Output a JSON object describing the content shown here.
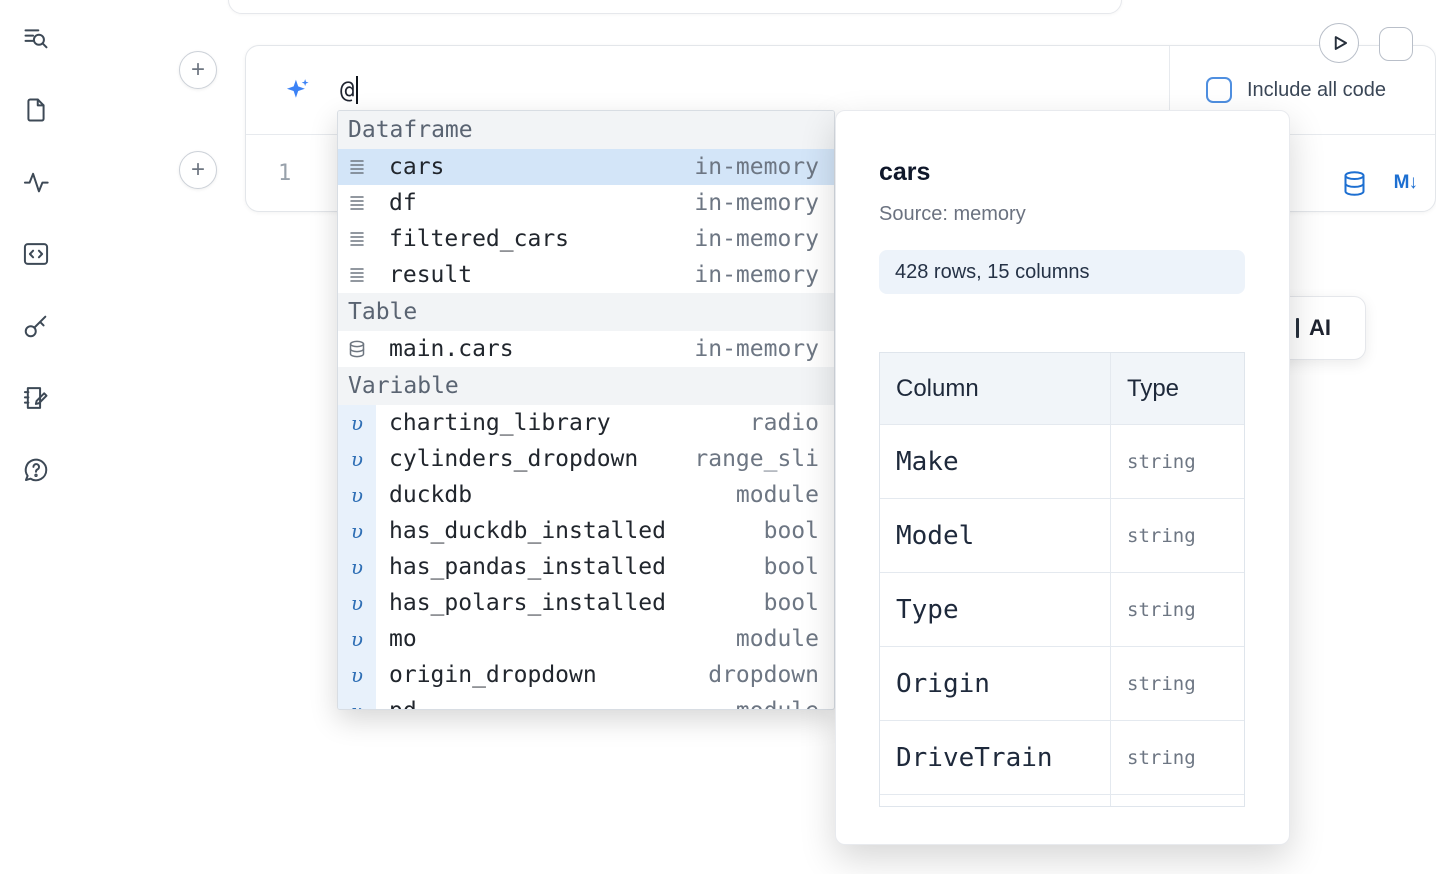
{
  "sidebar": {
    "items": [
      {
        "icon": "toc-search-icon"
      },
      {
        "icon": "document-icon"
      },
      {
        "icon": "activity-icon"
      },
      {
        "icon": "code-block-icon"
      },
      {
        "icon": "key-icon"
      },
      {
        "icon": "scratchpad-icon"
      },
      {
        "icon": "help-icon"
      }
    ]
  },
  "cell_adders": {
    "glyph": "+"
  },
  "ai_prompt": {
    "value": "@"
  },
  "top_actions": {
    "include_all_code_label": "Include all code"
  },
  "cell": {
    "line_number": "1",
    "markdown_icon_glyph": "M↓"
  },
  "autocomplete": {
    "variable_glyph": "υ",
    "sections": [
      {
        "label": "Dataframe",
        "items": [
          {
            "name": "cars",
            "detail": "in-memory",
            "selected": true
          },
          {
            "name": "df",
            "detail": "in-memory"
          },
          {
            "name": "filtered_cars",
            "detail": "in-memory"
          },
          {
            "name": "result",
            "detail": "in-memory"
          }
        ]
      },
      {
        "label": "Table",
        "items": [
          {
            "name": "main.cars",
            "detail": "in-memory"
          }
        ]
      },
      {
        "label": "Variable",
        "items": [
          {
            "name": "charting_library",
            "detail": "radio"
          },
          {
            "name": "cylinders_dropdown",
            "detail": "range_sli"
          },
          {
            "name": "duckdb",
            "detail": "module"
          },
          {
            "name": "has_duckdb_installed",
            "detail": "bool"
          },
          {
            "name": "has_pandas_installed",
            "detail": "bool"
          },
          {
            "name": "has_polars_installed",
            "detail": "bool"
          },
          {
            "name": "mo",
            "detail": "module"
          },
          {
            "name": "origin_dropdown",
            "detail": "dropdown"
          },
          {
            "name": "pd",
            "detail": "module"
          }
        ]
      }
    ]
  },
  "preview_panel": {
    "title": "cars",
    "source": "Source: memory",
    "shape_badge": "428 rows, 15 columns",
    "table": {
      "headers": [
        "Column",
        "Type"
      ],
      "rows": [
        {
          "column": "Make",
          "type": "string"
        },
        {
          "column": "Model",
          "type": "string"
        },
        {
          "column": "Type",
          "type": "string"
        },
        {
          "column": "Origin",
          "type": "string"
        },
        {
          "column": "DriveTrain",
          "type": "string"
        }
      ]
    }
  },
  "occluded_button": {
    "visible_label": "AI"
  },
  "colors": {
    "accent_blue": "#3b82f6",
    "selection_blue": "#d3e5f8",
    "icon_blue": "#1d6fd1",
    "checkbox_blue": "#4f8fe0"
  }
}
